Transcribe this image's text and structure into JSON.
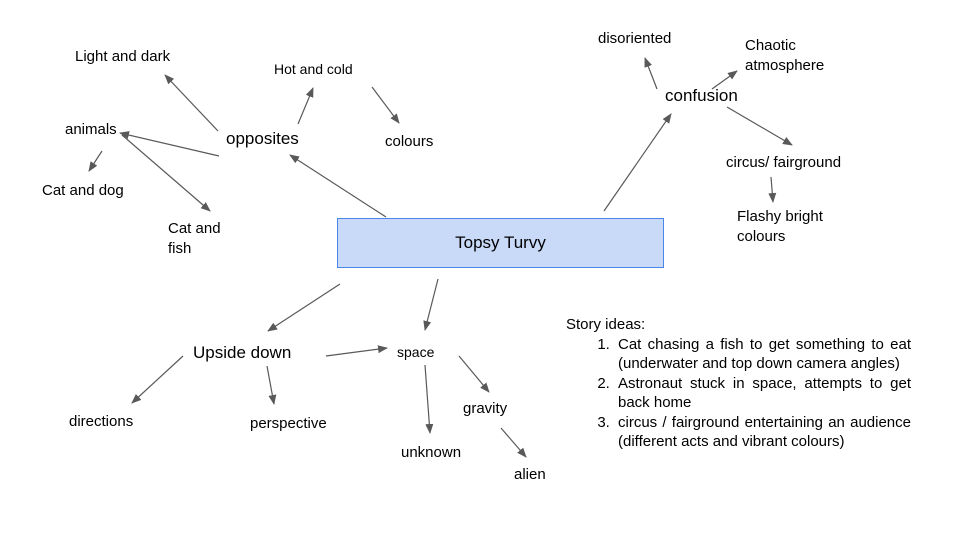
{
  "central": "Topsy Turvy",
  "nodes": {
    "opposites": "opposites",
    "light_and_dark": "Light and dark",
    "hot_and_cold": "Hot and cold",
    "colours": "colours",
    "animals": "animals",
    "cat_and_dog": "Cat and dog",
    "cat_and_fish": "Cat and fish",
    "confusion": "confusion",
    "disoriented": "disoriented",
    "chaotic_atmosphere": "Chaotic atmosphere",
    "circus_fairground": "circus/ fairground",
    "flashy_bright_colours": "Flashy bright colours",
    "upside_down": "Upside down",
    "directions": "directions",
    "perspective": "perspective",
    "space": "space",
    "unknown": "unknown",
    "gravity": "gravity",
    "alien": "alien"
  },
  "story": {
    "heading": "Story ideas:",
    "items": [
      "Cat chasing a fish to get something to eat (underwater and top down camera angles)",
      "Astronaut stuck in space, attempts to get back home",
      "circus / fairground entertaining an audience (different acts and vibrant colours)"
    ]
  },
  "colors": {
    "arrow": "#595959",
    "box_fill": "#c9daf8",
    "box_border": "#4a86e8"
  }
}
